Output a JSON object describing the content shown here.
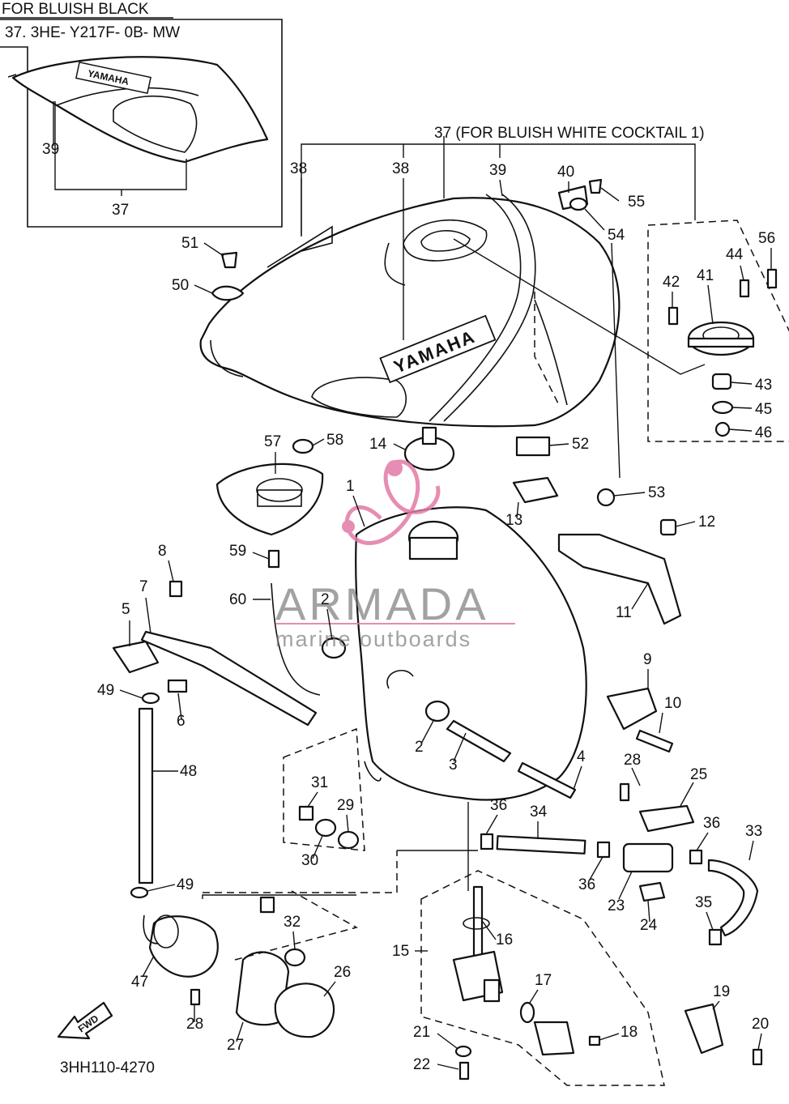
{
  "header_left": "FOR BLUISH BLACK",
  "inset_title": "37. 3HE- Y217F- 0B- MW",
  "variant_note": "37 (FOR BLUISH WHITE COCKTAIL 1)",
  "tank_brand": "YAMAHA",
  "drawing_number": "3HH110-4270",
  "fwd_label": "FWD",
  "watermark": {
    "brand": "ARMADA",
    "tagline": "marine outboards",
    "color": "#e27aa6"
  },
  "callouts": [
    {
      "id": "c39a",
      "text": "39"
    },
    {
      "id": "c37a",
      "text": "37"
    },
    {
      "id": "c38a",
      "text": "38"
    },
    {
      "id": "c38b",
      "text": "38"
    },
    {
      "id": "c39b",
      "text": "39"
    },
    {
      "id": "c40",
      "text": "40"
    },
    {
      "id": "c55",
      "text": "55"
    },
    {
      "id": "c54",
      "text": "54"
    },
    {
      "id": "c56",
      "text": "56"
    },
    {
      "id": "c44",
      "text": "44"
    },
    {
      "id": "c42",
      "text": "42"
    },
    {
      "id": "c41",
      "text": "41"
    },
    {
      "id": "c43",
      "text": "43"
    },
    {
      "id": "c45",
      "text": "45"
    },
    {
      "id": "c46",
      "text": "46"
    },
    {
      "id": "c51",
      "text": "51"
    },
    {
      "id": "c50",
      "text": "50"
    },
    {
      "id": "c57",
      "text": "57"
    },
    {
      "id": "c58",
      "text": "58"
    },
    {
      "id": "c14",
      "text": "14"
    },
    {
      "id": "c52",
      "text": "52"
    },
    {
      "id": "c53",
      "text": "53"
    },
    {
      "id": "c13",
      "text": "13"
    },
    {
      "id": "c12",
      "text": "12"
    },
    {
      "id": "c1",
      "text": "1"
    },
    {
      "id": "c59",
      "text": "59"
    },
    {
      "id": "c8",
      "text": "8"
    },
    {
      "id": "c7",
      "text": "7"
    },
    {
      "id": "c60",
      "text": "60"
    },
    {
      "id": "c2a",
      "text": "2"
    },
    {
      "id": "c5",
      "text": "5"
    },
    {
      "id": "c11",
      "text": "11"
    },
    {
      "id": "c9",
      "text": "9"
    },
    {
      "id": "c49a",
      "text": "49"
    },
    {
      "id": "c6",
      "text": "6"
    },
    {
      "id": "c10",
      "text": "10"
    },
    {
      "id": "c2b",
      "text": "2"
    },
    {
      "id": "c3",
      "text": "3"
    },
    {
      "id": "c48",
      "text": "48"
    },
    {
      "id": "c4",
      "text": "4"
    },
    {
      "id": "c28a",
      "text": "28"
    },
    {
      "id": "c25",
      "text": "25"
    },
    {
      "id": "c31",
      "text": "31"
    },
    {
      "id": "c29",
      "text": "29"
    },
    {
      "id": "c36a",
      "text": "36"
    },
    {
      "id": "c34",
      "text": "34"
    },
    {
      "id": "c36b",
      "text": "36"
    },
    {
      "id": "c33",
      "text": "33"
    },
    {
      "id": "c30",
      "text": "30"
    },
    {
      "id": "c36c",
      "text": "36"
    },
    {
      "id": "c23",
      "text": "23"
    },
    {
      "id": "c49b",
      "text": "49"
    },
    {
      "id": "c24",
      "text": "24"
    },
    {
      "id": "c35",
      "text": "35"
    },
    {
      "id": "c32",
      "text": "32"
    },
    {
      "id": "c16",
      "text": "16"
    },
    {
      "id": "c15",
      "text": "15"
    },
    {
      "id": "c26",
      "text": "26"
    },
    {
      "id": "c47",
      "text": "47"
    },
    {
      "id": "c17",
      "text": "17"
    },
    {
      "id": "c19",
      "text": "19"
    },
    {
      "id": "c28b",
      "text": "28"
    },
    {
      "id": "c20",
      "text": "20"
    },
    {
      "id": "c27",
      "text": "27"
    },
    {
      "id": "c21",
      "text": "21"
    },
    {
      "id": "c18",
      "text": "18"
    },
    {
      "id": "c22",
      "text": "22"
    }
  ]
}
